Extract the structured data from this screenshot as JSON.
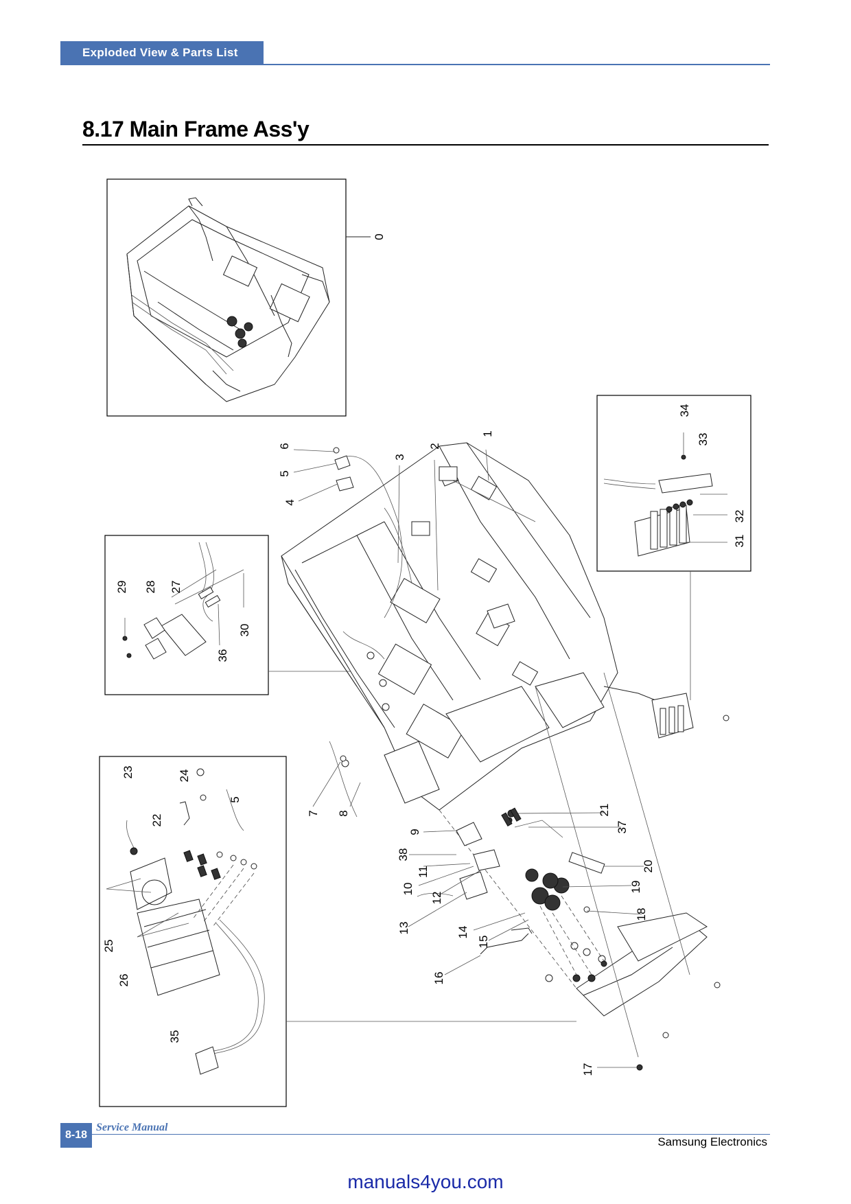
{
  "header": {
    "section": "Exploded View & Parts List"
  },
  "page_title": "8.17 Main Frame Ass'y",
  "figure": {
    "callouts": [
      "0",
      "1",
      "2",
      "3",
      "4",
      "5",
      "6",
      "7",
      "8",
      "9",
      "10",
      "11",
      "12",
      "13",
      "14",
      "15",
      "16",
      "17",
      "18",
      "19",
      "20",
      "21",
      "22",
      "23",
      "24",
      "25",
      "26",
      "27",
      "28",
      "29",
      "30",
      "31",
      "32",
      "33",
      "34",
      "35",
      "36",
      "37",
      "38"
    ],
    "detail_callout_5": "5"
  },
  "footer": {
    "page_number": "8-18",
    "manual_label": "Service Manual",
    "company": "Samsung Electronics"
  },
  "watermark": "manuals4you.com",
  "colors": {
    "accent": "#4a73b3",
    "watermark": "#1a2aa8"
  }
}
